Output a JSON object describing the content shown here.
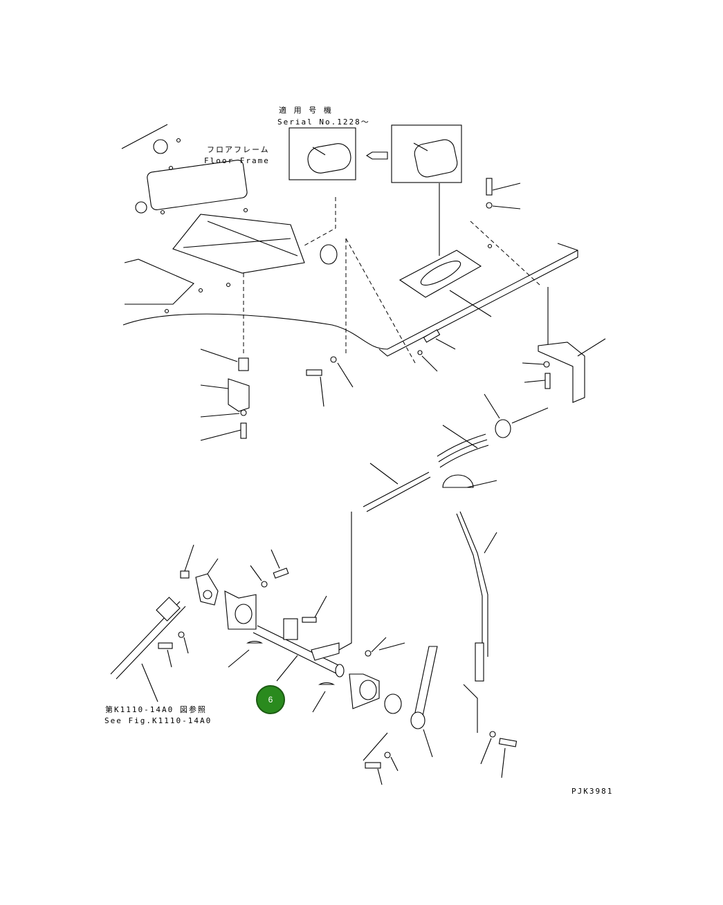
{
  "applicable_jp": "適 用 号 機",
  "serial_label": "Serial No.1228～",
  "floor_jp": "フロアフレーム",
  "floor_en": "Floor Frame",
  "ref_jp": "第K1110-14A0 図参照",
  "ref_en": "See Fig.K1110-14A0",
  "drawing_code": "PJK3981",
  "callout_number": "6",
  "colors": {
    "callout_fill": "#2a8a1e",
    "line": "#000000"
  }
}
